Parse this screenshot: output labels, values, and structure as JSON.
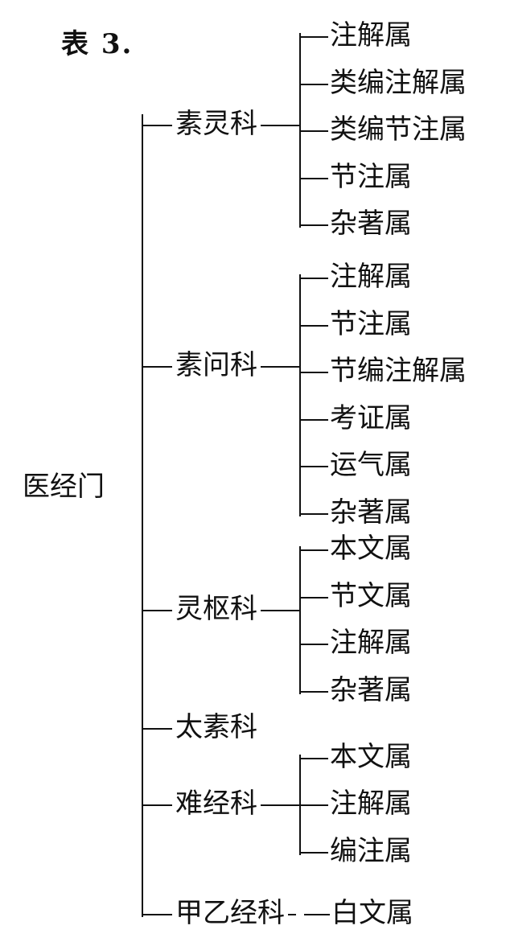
{
  "title": "表 3.",
  "root": "医经门",
  "categories": [
    {
      "label": "素灵科",
      "children": [
        "注解属",
        "类编注解属",
        "类编节注属",
        "节注属",
        "杂著属"
      ]
    },
    {
      "label": "素问科",
      "children": [
        "注解属",
        "节注属",
        "节编注解属",
        "考证属",
        "运气属",
        "杂著属"
      ]
    },
    {
      "label": "灵枢科",
      "children": [
        "本文属",
        "节文属",
        "注解属",
        "杂著属"
      ]
    },
    {
      "label": "太素科",
      "children": []
    },
    {
      "label": "难经科",
      "children": [
        "本文属",
        "注解属",
        "编注属"
      ]
    },
    {
      "label": "甲乙经科",
      "children": [
        "白文属"
      ]
    }
  ]
}
